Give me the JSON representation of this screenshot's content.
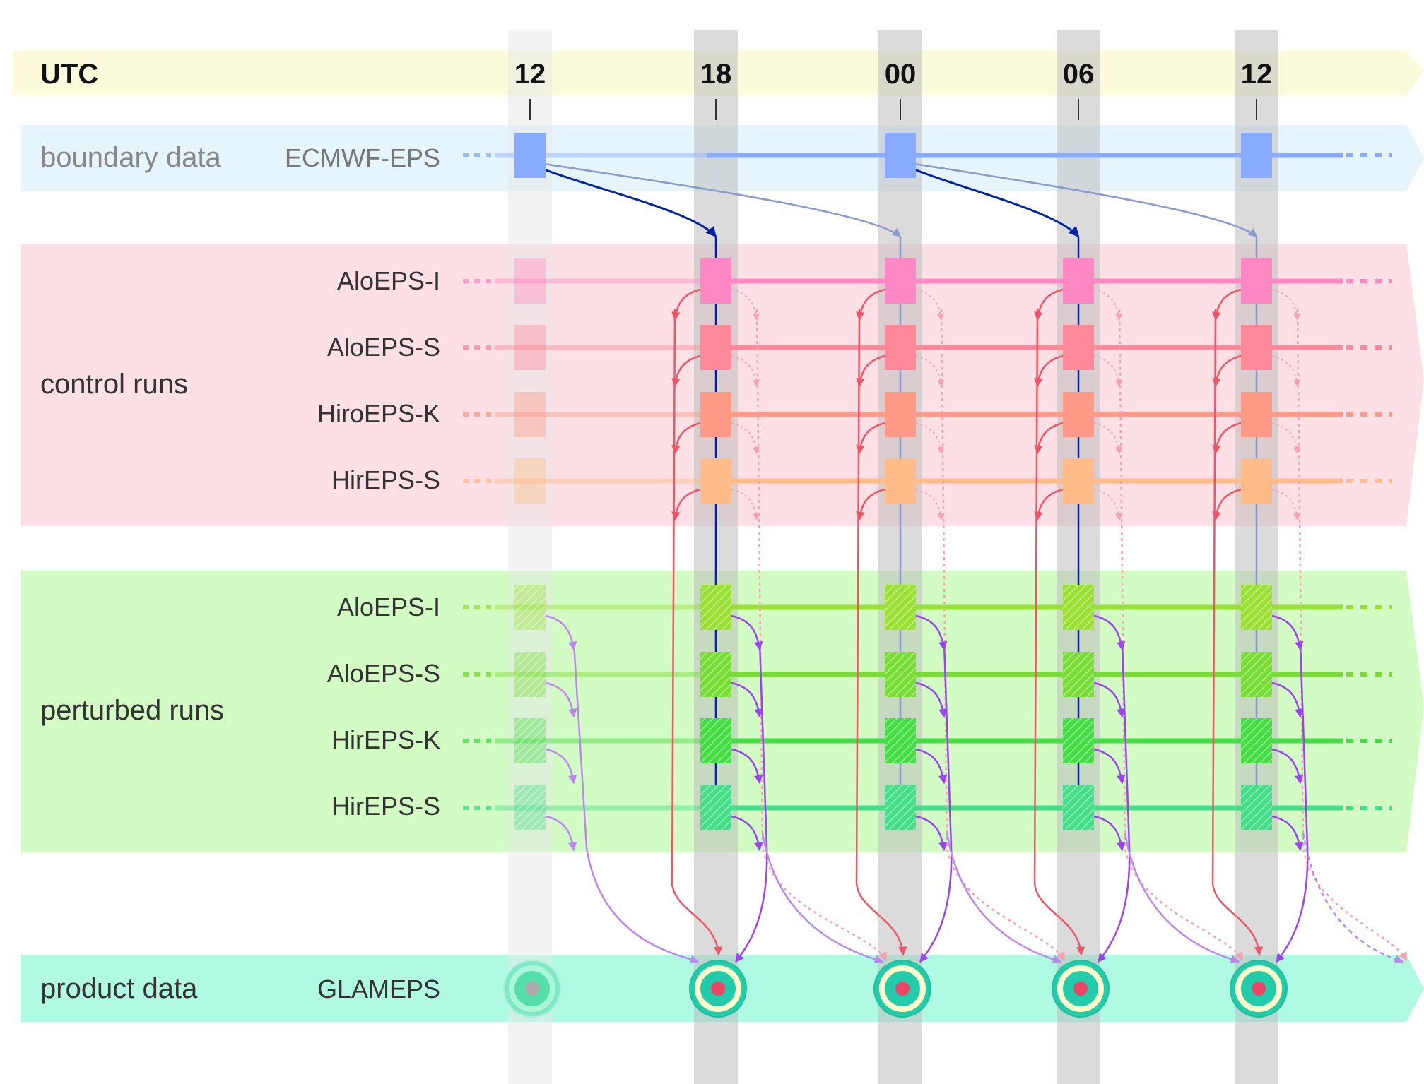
{
  "utc_label": "UTC",
  "time_labels": [
    "12",
    "18",
    "00",
    "06",
    "12"
  ],
  "groups": {
    "boundary": {
      "label": "boundary data",
      "model": "ECMWF-EPS"
    },
    "control": {
      "label": "control runs",
      "models": [
        "AloEPS-I",
        "AloEPS-S",
        "HiroEPS-K",
        "HirEPS-S"
      ]
    },
    "perturbed": {
      "label": "perturbed runs",
      "models": [
        "AloEPS-I",
        "AloEPS-S",
        "HirEPS-K",
        "HirEPS-S"
      ]
    },
    "product": {
      "label": "product data",
      "model": "GLAMEPS"
    }
  },
  "colors": {
    "utc_band": "#fbfbdc",
    "boundary_band": "#e6f5fc",
    "control_band": "#fde0e5",
    "perturbed_band": "#d3fbc4",
    "product_band": "#b0f9e2",
    "boundary_line": "#88aaff",
    "control_rows": [
      "#ff88c4",
      "#ff8899",
      "#ff9988",
      "#ffbb88"
    ],
    "perturbed_rows": [
      "#99e033",
      "#77dd33",
      "#44dd44",
      "#44dd88"
    ],
    "arrow_dark_blue": "#0022aa",
    "arrow_gray_blue": "#8899cc",
    "arrow_red": "#ee5566",
    "arrow_purple": "#9944ee",
    "arrow_light_purple": "#bb88ee",
    "product_ring": "#22ccaa",
    "product_dot": "#ee4466"
  }
}
